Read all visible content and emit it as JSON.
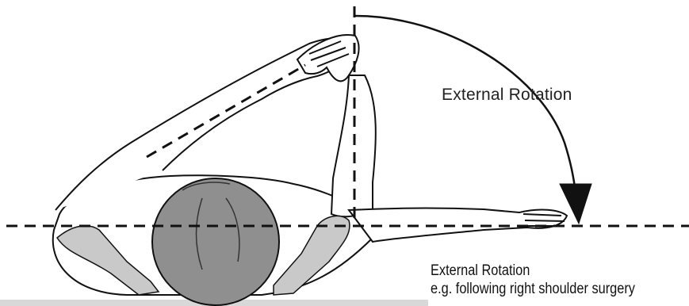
{
  "diagram": {
    "rotation_label": "External Rotation",
    "caption": {
      "title": "External Rotation",
      "subtitle": "e.g. following right shoulder surgery"
    },
    "colors": {
      "line": "#111111",
      "skin_fill": "#ffffff",
      "head_fill": "#8f8f8f",
      "bone_fill": "#c9c9c9",
      "table_fill": "#d8d8d8"
    }
  }
}
